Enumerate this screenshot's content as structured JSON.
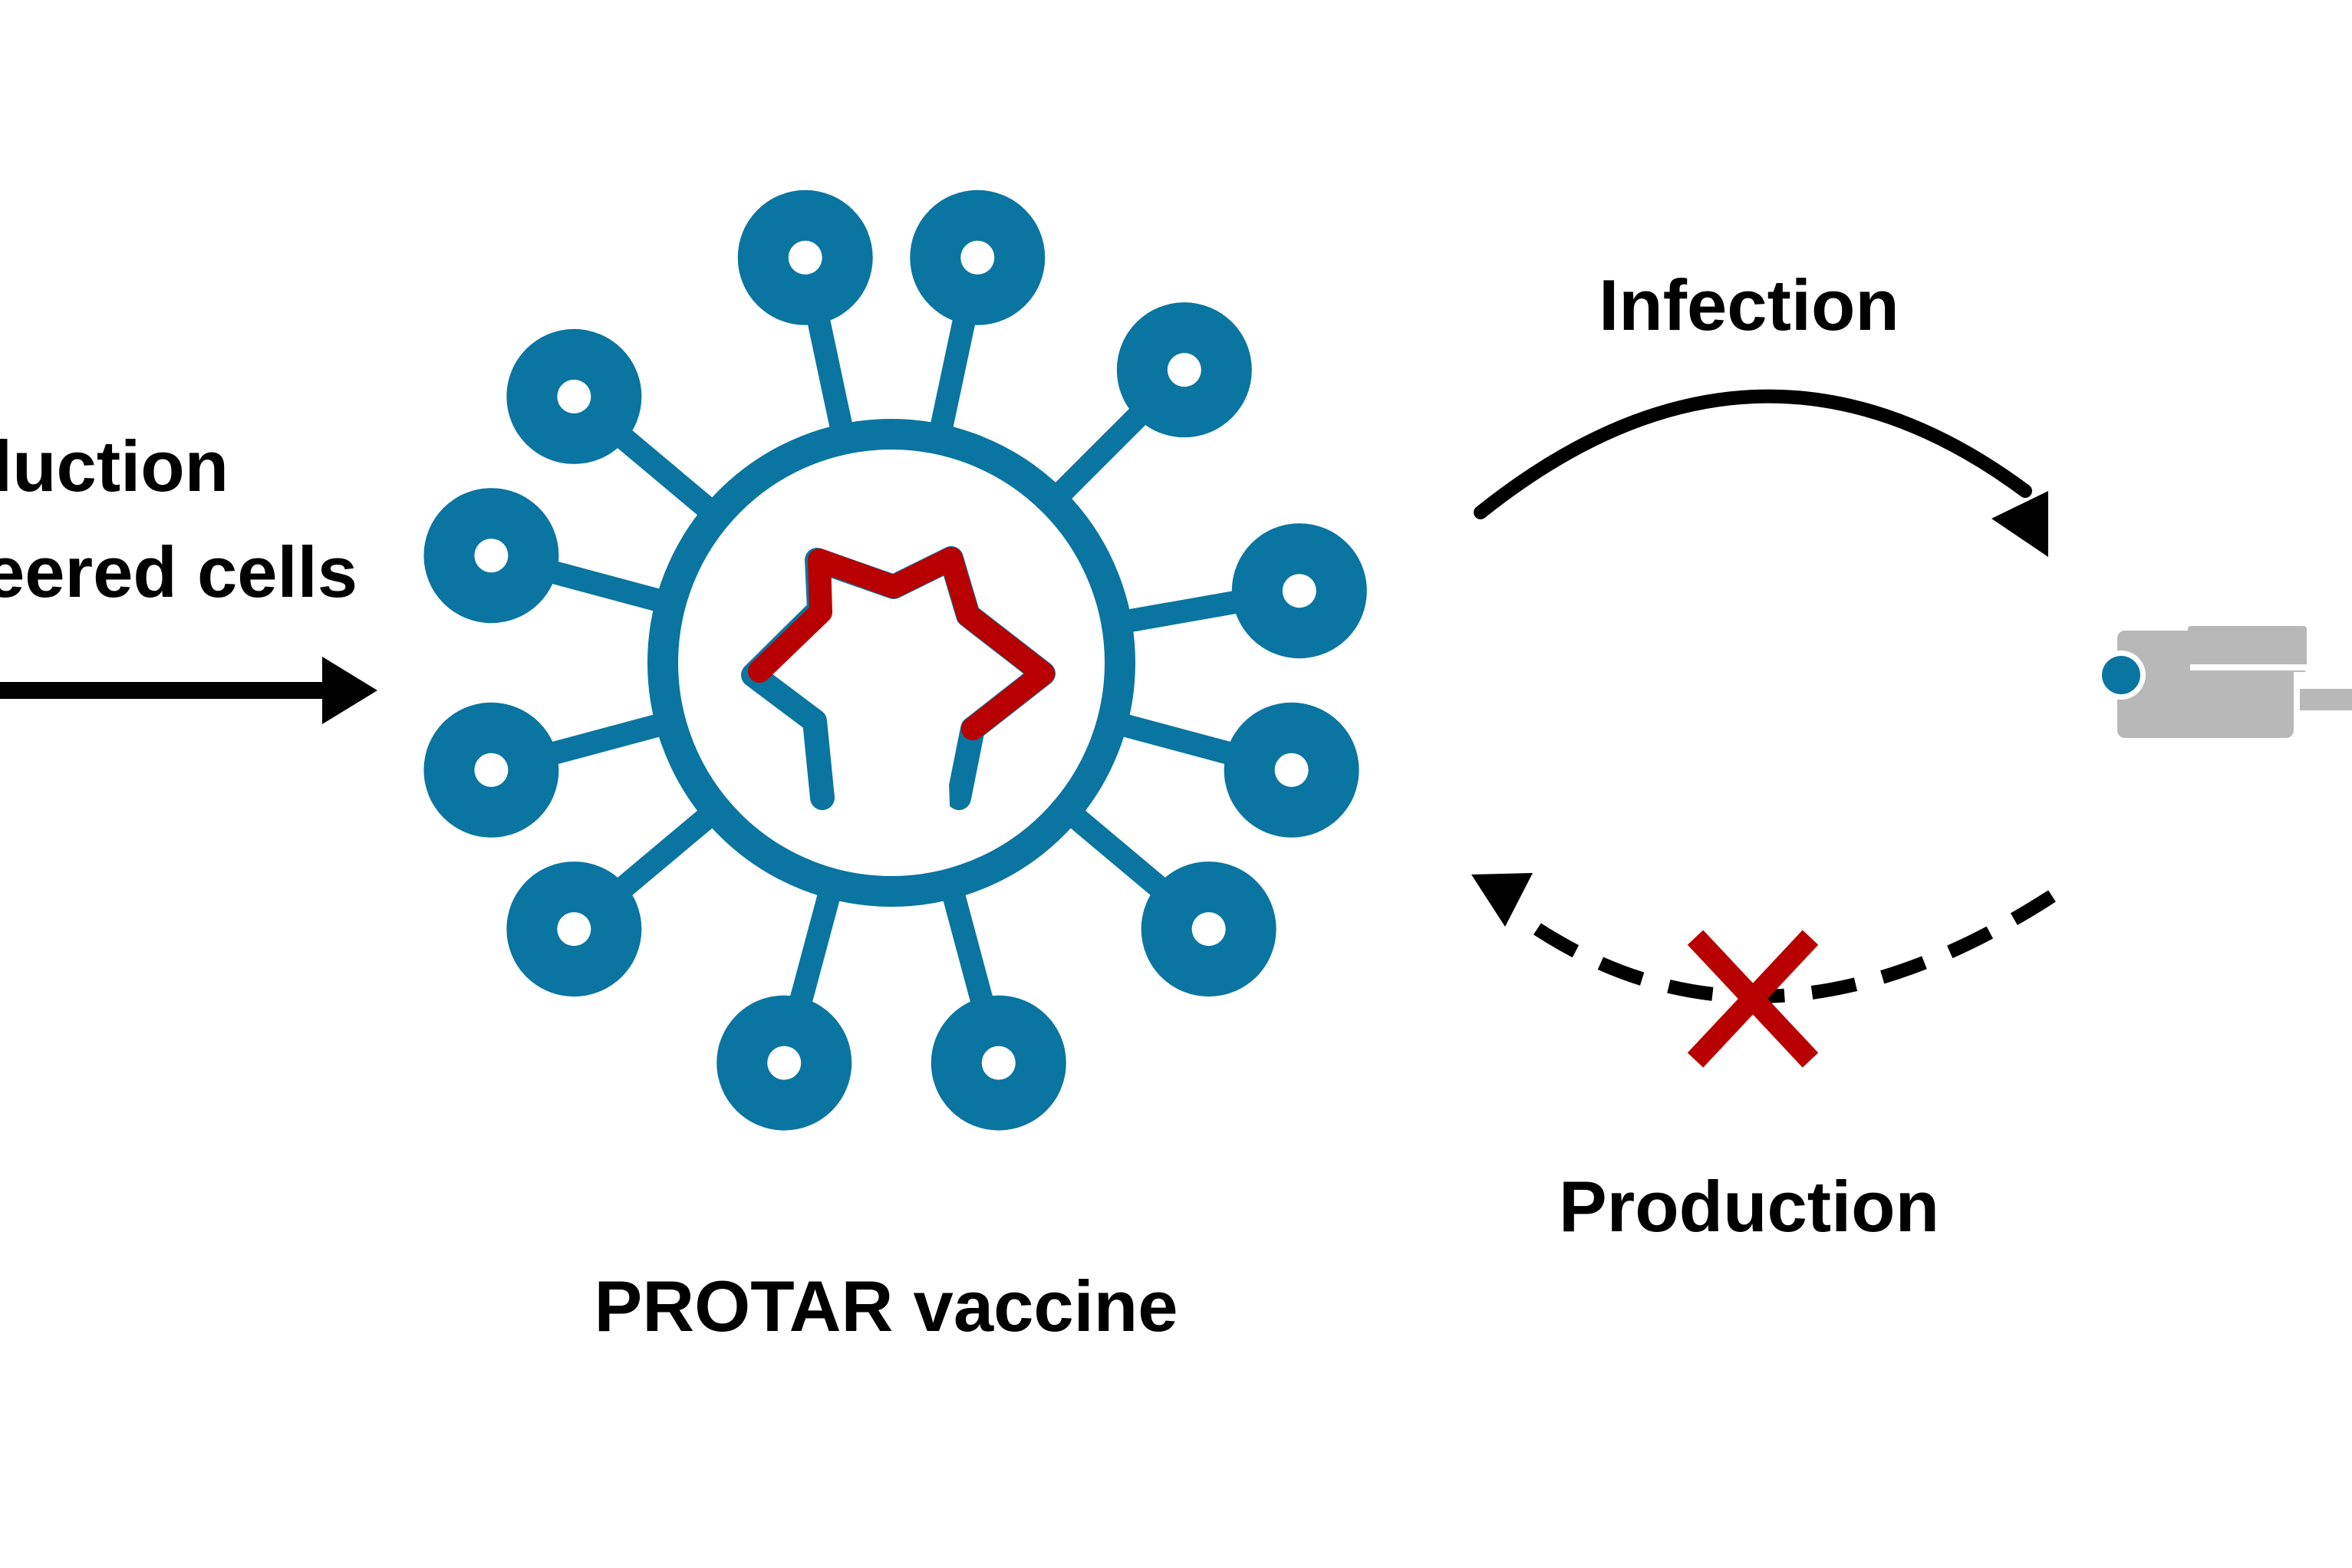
{
  "labels": {
    "left_line1": "luction",
    "left_line2": "eered cells",
    "infection": "Infection",
    "production": "Production",
    "vaccine": "PROTAR vaccine"
  },
  "colors": {
    "virus_teal": "#0a75a0",
    "rna_red": "#b80000",
    "cross_red": "#b80000",
    "cell_gray": "#b8b8b8",
    "arrow_black": "#000000"
  },
  "icons": {
    "virus": "virus-icon",
    "blocked": "cross-icon",
    "cell": "cell-icon"
  }
}
